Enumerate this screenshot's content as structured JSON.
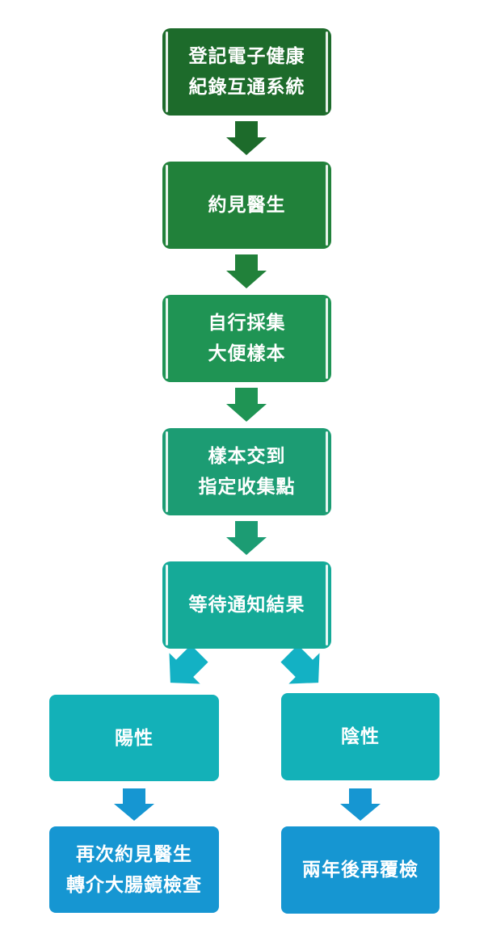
{
  "steps": [
    {
      "label": "登記電子健康\n紀錄互通系統",
      "color": "#1d6b2b"
    },
    {
      "label": "約見醫生",
      "color": "#21813a"
    },
    {
      "label": "自行採集\n大便樣本",
      "color": "#1f9454"
    },
    {
      "label": "樣本交到\n指定收集點",
      "color": "#1c9c73"
    },
    {
      "label": "等待通知結果",
      "color": "#15aa98"
    }
  ],
  "results": {
    "positive": {
      "label": "陽性",
      "color": "#13b1b8"
    },
    "negative": {
      "label": "陰性",
      "color": "#13b1b8"
    }
  },
  "outcomes": {
    "positive": {
      "label": "再次約見醫生\n轉介大腸鏡檢查",
      "color": "#1696d2"
    },
    "negative": {
      "label": "兩年後再覆檢",
      "color": "#1696d2"
    }
  },
  "arrow_colors": {
    "a1": "#1d6b2b",
    "a2": "#21813a",
    "a3": "#1f9454",
    "a4": "#1c9c73",
    "split": "#13b1c4",
    "down": "#1696d2"
  }
}
